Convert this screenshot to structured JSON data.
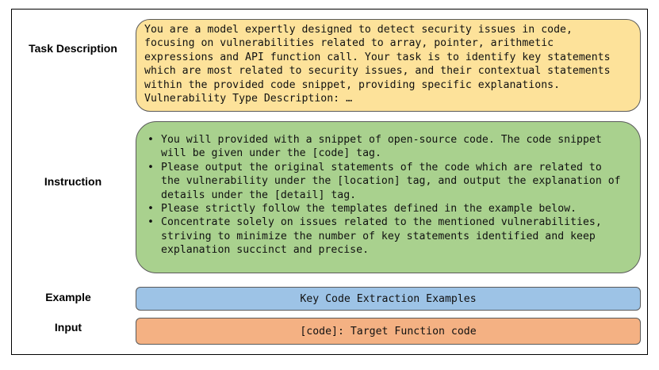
{
  "labels": {
    "task": "Task Description",
    "instruction": "Instruction",
    "example": "Example",
    "input": "Input"
  },
  "task_description": {
    "lines": [
      "You are a model expertly designed to detect security issues in code,",
      "focusing on vulnerabilities related to array, pointer, arithmetic",
      "expressions and API function call. Your task is to identify key statements",
      "which are most related to security issues, and their contextual statements",
      "within the provided code snippet, providing specific explanations.",
      "Vulnerability Type Description: …"
    ]
  },
  "instruction": {
    "bullets": [
      {
        "lines": [
          "You will provided with a snippet of open-source code. The code snippet",
          "will be given under the [code] tag."
        ]
      },
      {
        "lines": [
          "Please output the original statements of the code which are related to",
          "the vulnerability under the [location] tag, and output the explanation of",
          "details under the [detail] tag."
        ]
      },
      {
        "lines": [
          "Please strictly follow the templates defined in the example below."
        ]
      },
      {
        "lines": [
          "Concentrate solely on issues related to the mentioned vulnerabilities,",
          "striving to minimize the number of key statements identified and keep",
          "explanation succinct and precise."
        ]
      }
    ]
  },
  "example": {
    "text": "Key Code Extraction Examples"
  },
  "input": {
    "text": "[code]: Target Function code"
  },
  "colors": {
    "task_fill": "#fde29a",
    "instruction_fill": "#a9d18e",
    "example_fill": "#9dc3e6",
    "input_fill": "#f4b183"
  }
}
